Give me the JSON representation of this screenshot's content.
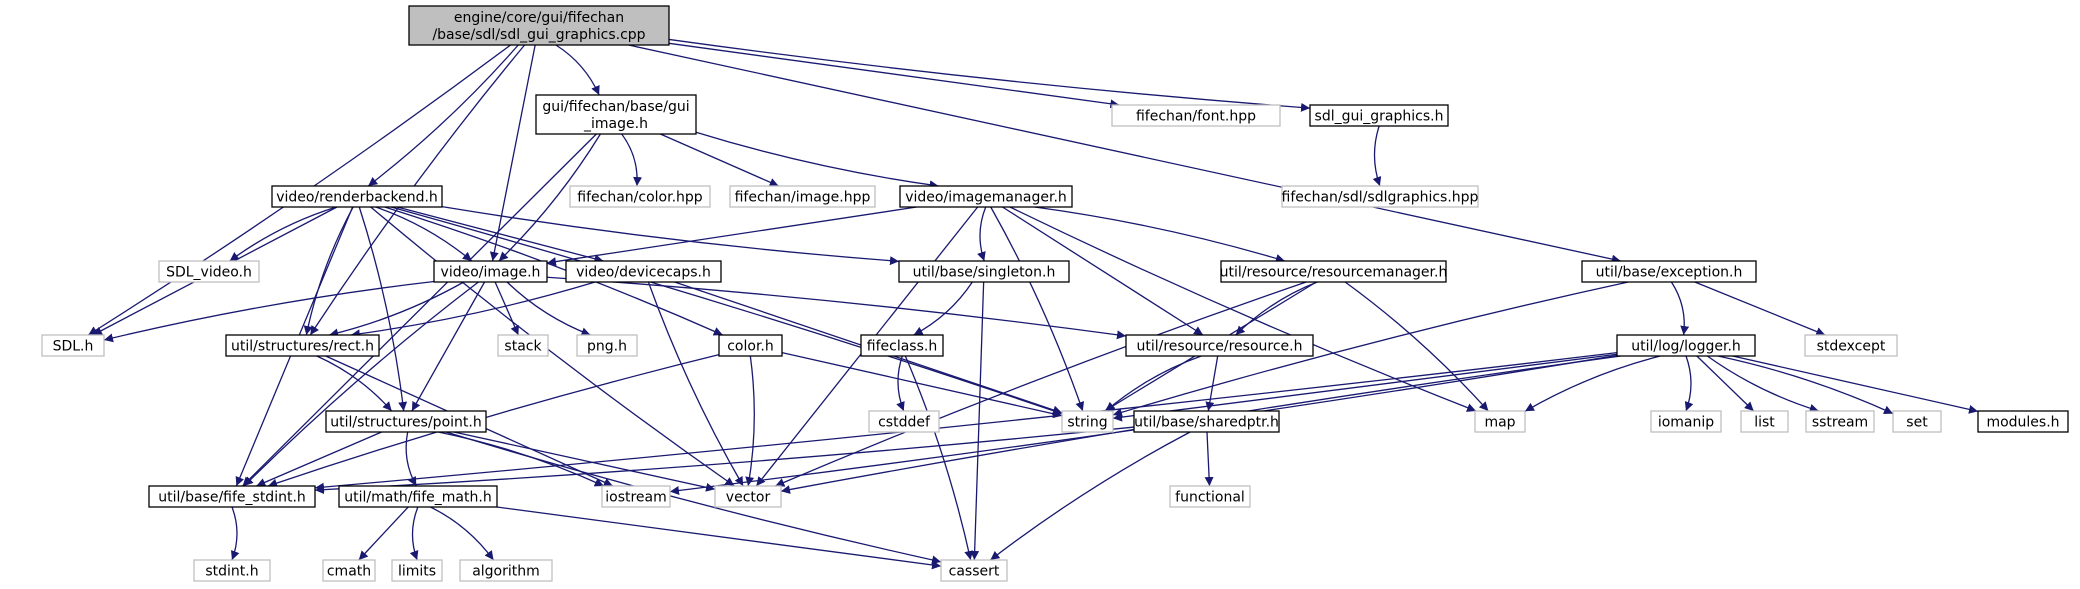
{
  "nodes": [
    {
      "id": "root",
      "kind": "src",
      "lines": [
        "engine/core/gui/fifechan",
        "/base/sdl/sdl_gui_graphics.cpp"
      ]
    },
    {
      "id": "gui_image",
      "kind": "doc",
      "lines": [
        "gui/fifechan/base/gui",
        "_image.h"
      ]
    },
    {
      "id": "font_hpp",
      "kind": "ext",
      "lines": [
        "fifechan/font.hpp"
      ]
    },
    {
      "id": "sdl_gui_graphics_h",
      "kind": "doc",
      "lines": [
        "sdl_gui_graphics.h"
      ]
    },
    {
      "id": "sdlgraphics_hpp",
      "kind": "ext",
      "lines": [
        "fifechan/sdl/sdlgraphics.hpp"
      ]
    },
    {
      "id": "renderbackend",
      "kind": "doc",
      "lines": [
        "video/renderbackend.h"
      ]
    },
    {
      "id": "color_hpp",
      "kind": "ext",
      "lines": [
        "fifechan/color.hpp"
      ]
    },
    {
      "id": "image_hpp",
      "kind": "ext",
      "lines": [
        "fifechan/image.hpp"
      ]
    },
    {
      "id": "imagemanager",
      "kind": "doc",
      "lines": [
        "video/imagemanager.h"
      ]
    },
    {
      "id": "exception",
      "kind": "doc",
      "lines": [
        "util/base/exception.h"
      ]
    },
    {
      "id": "sdl_video",
      "kind": "ext",
      "lines": [
        "SDL_video.h"
      ]
    },
    {
      "id": "video_image",
      "kind": "doc",
      "lines": [
        "video/image.h"
      ]
    },
    {
      "id": "devicecaps",
      "kind": "doc",
      "lines": [
        "video/devicecaps.h"
      ]
    },
    {
      "id": "singleton",
      "kind": "doc",
      "lines": [
        "util/base/singleton.h"
      ]
    },
    {
      "id": "resourcemanager",
      "kind": "doc",
      "lines": [
        "util/resource/resourcemanager.h"
      ]
    },
    {
      "id": "stdexcept",
      "kind": "ext",
      "lines": [
        "stdexcept"
      ]
    },
    {
      "id": "sdl_h",
      "kind": "ext",
      "lines": [
        "SDL.h"
      ]
    },
    {
      "id": "rect",
      "kind": "doc",
      "lines": [
        "util/structures/rect.h"
      ]
    },
    {
      "id": "stack",
      "kind": "ext",
      "lines": [
        "stack"
      ]
    },
    {
      "id": "png",
      "kind": "ext",
      "lines": [
        "png.h"
      ]
    },
    {
      "id": "color_h",
      "kind": "doc",
      "lines": [
        "color.h"
      ]
    },
    {
      "id": "fifeclass",
      "kind": "doc",
      "lines": [
        "fifeclass.h"
      ]
    },
    {
      "id": "resource",
      "kind": "doc",
      "lines": [
        "util/resource/resource.h"
      ]
    },
    {
      "id": "logger",
      "kind": "doc",
      "lines": [
        "util/log/logger.h"
      ]
    },
    {
      "id": "point",
      "kind": "doc",
      "lines": [
        "util/structures/point.h"
      ]
    },
    {
      "id": "cstddef",
      "kind": "ext",
      "lines": [
        "cstddef"
      ]
    },
    {
      "id": "string",
      "kind": "ext",
      "lines": [
        "string"
      ]
    },
    {
      "id": "sharedptr",
      "kind": "doc",
      "lines": [
        "util/base/sharedptr.h"
      ]
    },
    {
      "id": "map",
      "kind": "ext",
      "lines": [
        "map"
      ]
    },
    {
      "id": "iomanip",
      "kind": "ext",
      "lines": [
        "iomanip"
      ]
    },
    {
      "id": "list",
      "kind": "ext",
      "lines": [
        "list"
      ]
    },
    {
      "id": "sstream",
      "kind": "ext",
      "lines": [
        "sstream"
      ]
    },
    {
      "id": "set",
      "kind": "ext",
      "lines": [
        "set"
      ]
    },
    {
      "id": "modules",
      "kind": "doc",
      "lines": [
        "modules.h"
      ]
    },
    {
      "id": "fife_stdint",
      "kind": "doc",
      "lines": [
        "util/base/fife_stdint.h"
      ]
    },
    {
      "id": "fife_math",
      "kind": "doc",
      "lines": [
        "util/math/fife_math.h"
      ]
    },
    {
      "id": "iostream",
      "kind": "ext",
      "lines": [
        "iostream"
      ]
    },
    {
      "id": "vector",
      "kind": "ext",
      "lines": [
        "vector"
      ]
    },
    {
      "id": "functional",
      "kind": "ext",
      "lines": [
        "functional"
      ]
    },
    {
      "id": "stdint_h",
      "kind": "ext",
      "lines": [
        "stdint.h"
      ]
    },
    {
      "id": "cmath",
      "kind": "ext",
      "lines": [
        "cmath"
      ]
    },
    {
      "id": "limits",
      "kind": "ext",
      "lines": [
        "limits"
      ]
    },
    {
      "id": "algorithm",
      "kind": "ext",
      "lines": [
        "algorithm"
      ]
    },
    {
      "id": "cassert",
      "kind": "ext",
      "lines": [
        "cassert"
      ]
    }
  ],
  "edges": [
    [
      "root",
      "gui_image"
    ],
    [
      "root",
      "font_hpp"
    ],
    [
      "root",
      "sdl_gui_graphics_h"
    ],
    [
      "root",
      "renderbackend"
    ],
    [
      "root",
      "video_image"
    ],
    [
      "root",
      "rect"
    ],
    [
      "root",
      "sdl_h"
    ],
    [
      "root",
      "exception"
    ],
    [
      "sdl_gui_graphics_h",
      "sdlgraphics_hpp"
    ],
    [
      "gui_image",
      "color_hpp"
    ],
    [
      "gui_image",
      "image_hpp"
    ],
    [
      "gui_image",
      "imagemanager"
    ],
    [
      "gui_image",
      "video_image"
    ],
    [
      "gui_image",
      "fife_stdint"
    ],
    [
      "renderbackend",
      "sdl_video"
    ],
    [
      "renderbackend",
      "video_image"
    ],
    [
      "renderbackend",
      "devicecaps"
    ],
    [
      "renderbackend",
      "singleton"
    ],
    [
      "renderbackend",
      "color_h"
    ],
    [
      "renderbackend",
      "sdl_h"
    ],
    [
      "renderbackend",
      "rect"
    ],
    [
      "renderbackend",
      "point"
    ],
    [
      "renderbackend",
      "fife_stdint"
    ],
    [
      "renderbackend",
      "vector"
    ],
    [
      "renderbackend",
      "string"
    ],
    [
      "imagemanager",
      "video_image"
    ],
    [
      "imagemanager",
      "singleton"
    ],
    [
      "imagemanager",
      "resourcemanager"
    ],
    [
      "imagemanager",
      "resource"
    ],
    [
      "imagemanager",
      "map"
    ],
    [
      "imagemanager",
      "string"
    ],
    [
      "imagemanager",
      "vector"
    ],
    [
      "video_image",
      "sdl_h"
    ],
    [
      "video_image",
      "rect"
    ],
    [
      "video_image",
      "stack"
    ],
    [
      "video_image",
      "png"
    ],
    [
      "video_image",
      "resource"
    ],
    [
      "video_image",
      "point"
    ],
    [
      "video_image",
      "fife_stdint"
    ],
    [
      "devicecaps",
      "rect"
    ],
    [
      "devicecaps",
      "string"
    ],
    [
      "devicecaps",
      "vector"
    ],
    [
      "singleton",
      "fifeclass"
    ],
    [
      "singleton",
      "cassert"
    ],
    [
      "resourcemanager",
      "resource"
    ],
    [
      "resourcemanager",
      "map"
    ],
    [
      "resourcemanager",
      "string"
    ],
    [
      "resourcemanager",
      "vector"
    ],
    [
      "exception",
      "logger"
    ],
    [
      "exception",
      "stdexcept"
    ],
    [
      "exception",
      "string"
    ],
    [
      "rect",
      "point"
    ],
    [
      "rect",
      "iostream"
    ],
    [
      "color_h",
      "fife_stdint"
    ],
    [
      "color_h",
      "vector"
    ],
    [
      "color_h",
      "string"
    ],
    [
      "fifeclass",
      "cstddef"
    ],
    [
      "fifeclass",
      "cassert"
    ],
    [
      "resource",
      "sharedptr"
    ],
    [
      "resource",
      "string"
    ],
    [
      "logger",
      "fife_stdint"
    ],
    [
      "logger",
      "string"
    ],
    [
      "logger",
      "map"
    ],
    [
      "logger",
      "iomanip"
    ],
    [
      "logger",
      "list"
    ],
    [
      "logger",
      "sstream"
    ],
    [
      "logger",
      "set"
    ],
    [
      "logger",
      "modules"
    ],
    [
      "logger",
      "vector"
    ],
    [
      "logger",
      "iostream"
    ],
    [
      "point",
      "fife_stdint"
    ],
    [
      "point",
      "fife_math"
    ],
    [
      "point",
      "iostream"
    ],
    [
      "point",
      "vector"
    ],
    [
      "point",
      "cassert"
    ],
    [
      "sharedptr",
      "fife_stdint"
    ],
    [
      "sharedptr",
      "functional"
    ],
    [
      "sharedptr",
      "cassert"
    ],
    [
      "fife_stdint",
      "stdint_h"
    ],
    [
      "fife_math",
      "cmath"
    ],
    [
      "fife_math",
      "limits"
    ],
    [
      "fife_math",
      "algorithm"
    ],
    [
      "fife_math",
      "cassert"
    ]
  ]
}
